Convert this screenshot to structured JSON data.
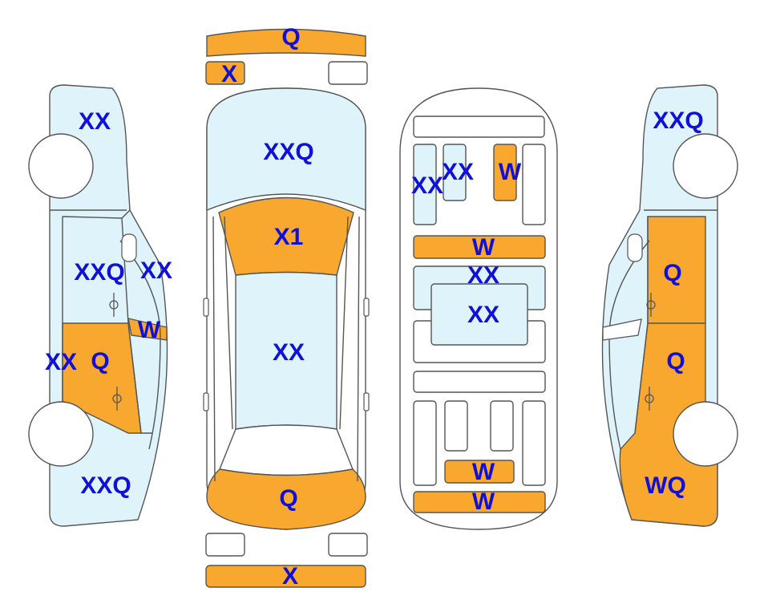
{
  "legend_colors": {
    "light": "#dff4fa",
    "damaged": "#f8a82e",
    "outline": "#555555",
    "label": "#1010d8"
  },
  "icons": [
    "wheel-icon",
    "door-handle-icon",
    "mirror-icon"
  ],
  "labels": {
    "front_bumper": "Q",
    "front_left_light": "X",
    "hood": "XXQ",
    "windshield": "X1",
    "roof": "XX",
    "rear_window": "Q",
    "rear_bumper": "X",
    "left_front_fender": "XX",
    "left_front_door": "XXQ",
    "left_a_pillar": "XX",
    "left_mirror": "W",
    "left_sill": "XX",
    "left_rear_door": "Q",
    "left_rear_quarter": "XXQ",
    "int_left_front": "XX",
    "int_center_front": "XX",
    "int_right_front": "W",
    "int_dash_bar": "W",
    "int_mid_panel": "XX",
    "int_console": "XX",
    "int_trunk_box": "W",
    "int_trunk_bar": "W",
    "right_front_fender": "XXQ",
    "right_front_door": "Q",
    "right_rear_door": "Q",
    "right_rear_quarter": "WQ"
  }
}
